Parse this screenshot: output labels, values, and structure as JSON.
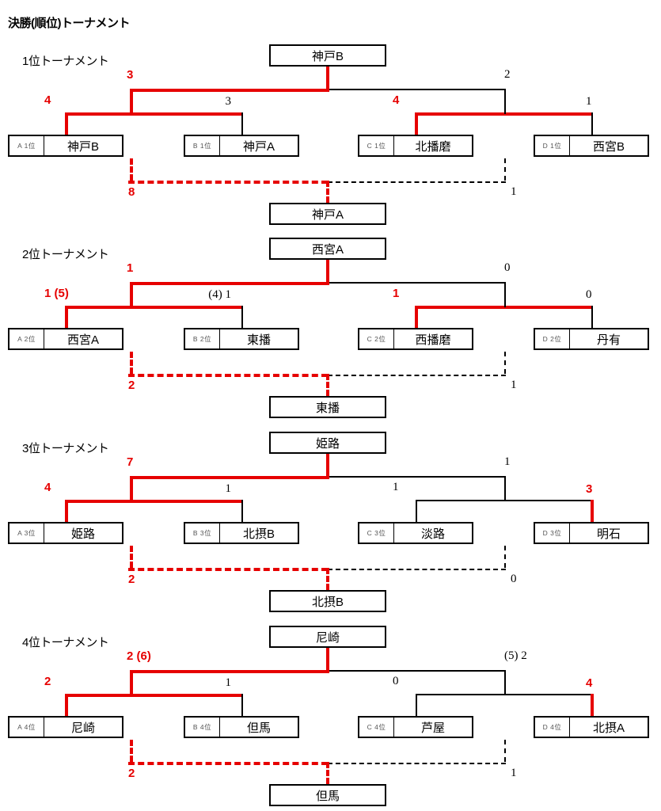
{
  "title": "決勝(順位)トーナメント",
  "colors": {
    "win_line": "#e60000",
    "line": "#000000",
    "playoff_red": "#e60000"
  },
  "sections": [
    {
      "label": "1位トーナメント",
      "champion": "神戸B",
      "teams": [
        {
          "seed": "A 1位",
          "name": "神戸B"
        },
        {
          "seed": "B 1位",
          "name": "神戸A"
        },
        {
          "seed": "C 1位",
          "name": "北播磨"
        },
        {
          "seed": "D 1位",
          "name": "西宮B"
        }
      ],
      "scores": {
        "sf_left_a": "4",
        "sf_left_b": "3",
        "sf_right_a": "4",
        "sf_right_b": "1",
        "final_left": "3",
        "final_right": "2",
        "po_left": "8",
        "po_right": "1"
      },
      "winners": {
        "sf_left": "left",
        "sf_right": "left",
        "final": "left"
      },
      "playoff_winner": "神戸A"
    },
    {
      "label": "2位トーナメント",
      "champion": "西宮A",
      "teams": [
        {
          "seed": "A 2位",
          "name": "西宮A"
        },
        {
          "seed": "B 2位",
          "name": "東播"
        },
        {
          "seed": "C 2位",
          "name": "西播磨"
        },
        {
          "seed": "D 2位",
          "name": "丹有"
        }
      ],
      "scores": {
        "sf_left_a": "1 (5)",
        "sf_left_b": "(4) 1",
        "sf_right_a": "1",
        "sf_right_b": "0",
        "final_left": "1",
        "final_right": "0",
        "po_left": "2",
        "po_right": "1"
      },
      "winners": {
        "sf_left": "left",
        "sf_right": "left",
        "final": "left"
      },
      "playoff_winner": "東播"
    },
    {
      "label": "3位トーナメント",
      "champion": "姫路",
      "teams": [
        {
          "seed": "A 3位",
          "name": "姫路"
        },
        {
          "seed": "B 3位",
          "name": "北摂B"
        },
        {
          "seed": "C 3位",
          "name": "淡路"
        },
        {
          "seed": "D 3位",
          "name": "明石"
        }
      ],
      "scores": {
        "sf_left_a": "4",
        "sf_left_b": "1",
        "sf_right_a": "1",
        "sf_right_b": "3",
        "final_left": "7",
        "final_right": "1",
        "po_left": "2",
        "po_right": "0"
      },
      "winners": {
        "sf_left": "left",
        "sf_right": "right",
        "final": "left"
      },
      "playoff_winner": "北摂B"
    },
    {
      "label": "4位トーナメント",
      "champion": "尼崎",
      "teams": [
        {
          "seed": "A 4位",
          "name": "尼崎"
        },
        {
          "seed": "B 4位",
          "name": "但馬"
        },
        {
          "seed": "C 4位",
          "name": "芦屋"
        },
        {
          "seed": "D 4位",
          "name": "北摂A"
        }
      ],
      "scores": {
        "sf_left_a": "2",
        "sf_left_b": "1",
        "sf_right_a": "0",
        "sf_right_b": "4",
        "final_left": "2 (6)",
        "final_right": "(5) 2",
        "po_left": "2",
        "po_right": "1"
      },
      "winners": {
        "sf_left": "left",
        "sf_right": "right",
        "final": "left"
      },
      "playoff_winner": "但馬"
    }
  ]
}
